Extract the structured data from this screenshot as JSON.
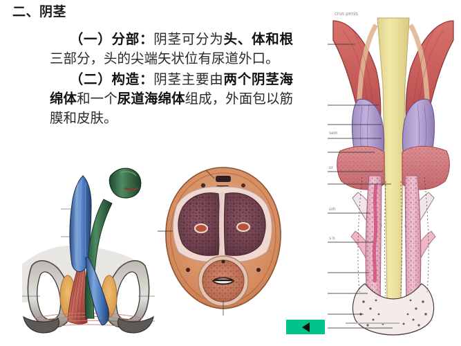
{
  "slide": {
    "title": "二、阴茎",
    "paragraphs": [
      {
        "id": "p1",
        "label": "（一）",
        "term": "分部：",
        "runs": [
          {
            "t": "（一）",
            "bold": true
          },
          {
            "t": "分部：",
            "bold": true
          },
          {
            "t": "阴茎可分为",
            "bold": false
          },
          {
            "t": "头、体和根",
            "bold": true
          },
          {
            "t": "三部分，头的尖端矢状位有尿道外口。",
            "bold": false
          }
        ],
        "plain": "（一）分部：阴茎可分为头、体和根三部分，头的尖端矢状位有尿道外口。"
      },
      {
        "id": "p2",
        "label": "（二）",
        "term": "构造：",
        "runs": [
          {
            "t": "（二）",
            "bold": true
          },
          {
            "t": "构造：",
            "bold": true
          },
          {
            "t": "阴茎主要由",
            "bold": false
          },
          {
            "t": "两个阴茎海绵体",
            "bold": true
          },
          {
            "t": "和一个",
            "bold": false
          },
          {
            "t": "尿道海绵体",
            "bold": true
          },
          {
            "t": "组成，外面包以筋膜和皮肤。",
            "bold": false
          }
        ],
        "plain": "（二）构造：阴茎主要由两个阴茎海绵体和一个尿道海绵体组成，外面包以筋膜和皮肤。"
      }
    ]
  },
  "figures": {
    "left": {
      "name": "penis-root-frontal-illustration",
      "caption": "",
      "colors": {
        "corpus_cavernosum": "#3d6fbe",
        "corpus_spongiosum": "#2f6b46",
        "glans": "#2f6b46",
        "muscle": "#b0443c",
        "bone": "#cfcbc4",
        "bone_marrow": "#e0a657",
        "fascia": "#d9b6a8"
      }
    },
    "middle": {
      "name": "penis-cross-section-histology",
      "caption": "",
      "colors": {
        "skin": "#d9915f",
        "tunica": "#efd5cd",
        "cavernous_tissue": "#7e4a52",
        "spongy_tissue": "#c4705c",
        "urethra_lumen": "#f3ece4"
      }
    },
    "right": {
      "name": "urethra-frontal-section-illustration",
      "caption": "",
      "top_label": "",
      "colors": {
        "bladder_wall": "#cf6663",
        "prostate": "#b6a3cf",
        "gland": "#d98b8f",
        "urethra_lumen": "#efe39a",
        "spongy_tissue": "#e7aec2",
        "mucosa": "#e8c3a5"
      }
    }
  },
  "nav": {
    "back_button": {
      "name": "back-button",
      "icon": "triangle-left-icon",
      "label": "",
      "color": "#00c48c"
    }
  }
}
